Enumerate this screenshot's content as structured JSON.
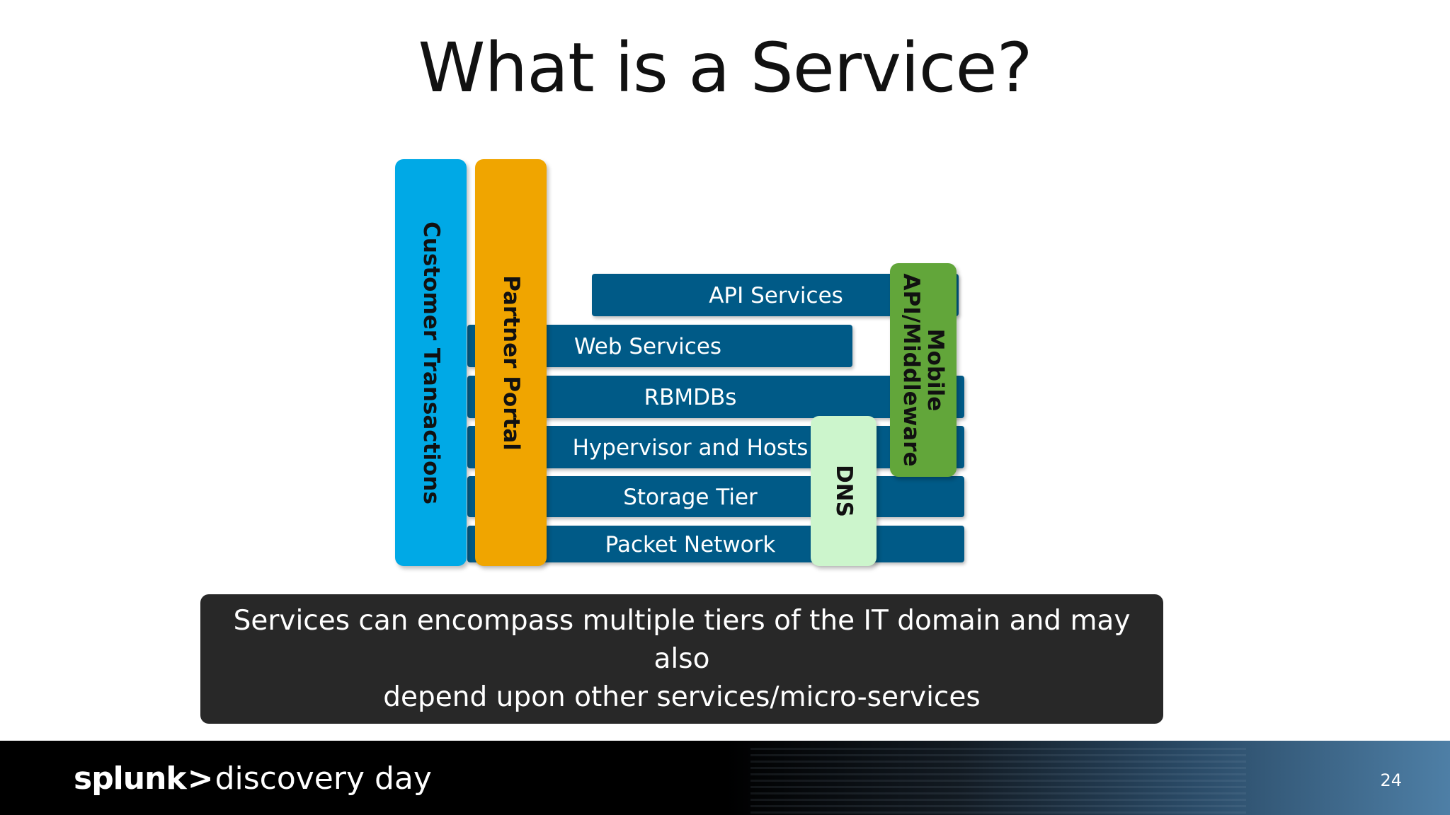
{
  "slide": {
    "title": "What is a Service?",
    "page_number": "24"
  },
  "diagram": {
    "tiers": [
      {
        "label": "API Services"
      },
      {
        "label": "Web Services"
      },
      {
        "label": "RBMDBs"
      },
      {
        "label": "Hypervisor and Hosts"
      },
      {
        "label": "Storage Tier"
      },
      {
        "label": "Packet Network"
      }
    ],
    "vertical_bars": [
      {
        "label": "Customer Transactions",
        "color": "#00a9e6"
      },
      {
        "label": "Partner Portal",
        "color": "#f0a500"
      },
      {
        "label": "DNS",
        "color": "#ccf5cc"
      },
      {
        "label_line1": "Mobile",
        "label_line2": "API/Middleware",
        "color": "#62a63a"
      }
    ],
    "tier_color": "#005a87"
  },
  "callout": {
    "line1": "Services can encompass multiple tiers of the IT domain and may also",
    "line2": "depend upon other services/micro-services"
  },
  "footer": {
    "brand": "splunk",
    "chevron": ">",
    "product": "discovery day"
  }
}
